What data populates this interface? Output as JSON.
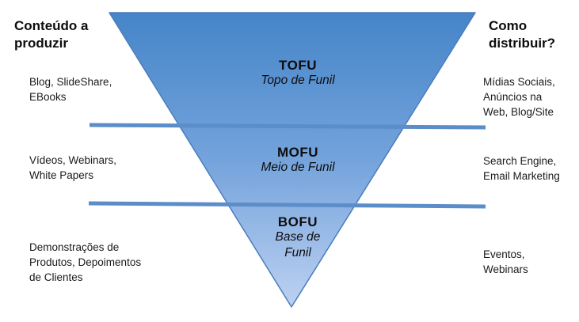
{
  "colors": {
    "funnel_top": "#4585c8",
    "funnel_mid": "#74a3dc",
    "funnel_bottom": "#bdd1f1",
    "funnel_border": "#4a7dbd",
    "divider": "#5b8ec8",
    "text": "#111111"
  },
  "left_column": {
    "title": "Conteúdo a\nproduzir",
    "items": [
      {
        "label": "Blog, SlideShare,\nEBooks"
      },
      {
        "label": "Vídeos, Webinars,\nWhite Papers"
      },
      {
        "label": "Demonstrações de\nProdutos, Depoimentos\nde Clientes"
      }
    ]
  },
  "right_column": {
    "title": "Como\ndistribuir?",
    "items": [
      {
        "label": "Mídias Sociais,\nAnúncios na\nWeb, Blog/Site"
      },
      {
        "label": "Search Engine,\nEmail Marketing"
      },
      {
        "label": "Eventos,\nWebinars"
      }
    ]
  },
  "funnel": {
    "stages": [
      {
        "acronym": "TOFU",
        "name": "Topo de Funil"
      },
      {
        "acronym": "MOFU",
        "name": "Meio de Funil"
      },
      {
        "acronym": "BOFU",
        "name": "Base de\nFunil"
      }
    ]
  }
}
